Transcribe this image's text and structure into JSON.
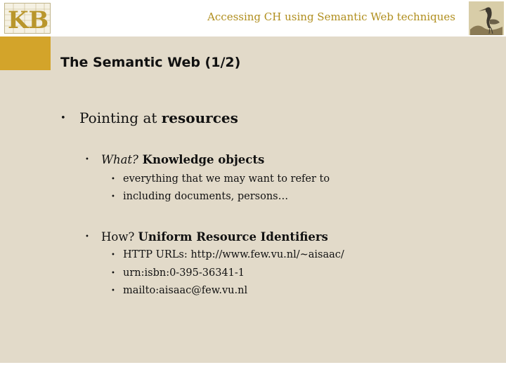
{
  "header": {
    "logo_text": "KB",
    "title": "Accessing CH using Semantic Web techniques"
  },
  "slide": {
    "title": "The Semantic Web (1/2)",
    "bullets": {
      "l1_prefix": "Pointing at ",
      "l1_bold": "resources",
      "what_italic": "What?",
      "what_bold": " Knowledge objects",
      "what_items": [
        "everything that we may want to refer to",
        "including documents, persons…"
      ],
      "how_plain": "How? ",
      "how_bold": "Uniform Resource Identifiers",
      "how_items": [
        "HTTP URLs: http://www.few.vu.nl/~aisaac/",
        "urn:isbn:0-395-36341-1",
        "mailto:aisaac@few.vu.nl"
      ]
    }
  },
  "colors": {
    "gold": "#d3a42a",
    "content_bg": "#e2dac9",
    "header_text": "#b08e1d"
  }
}
